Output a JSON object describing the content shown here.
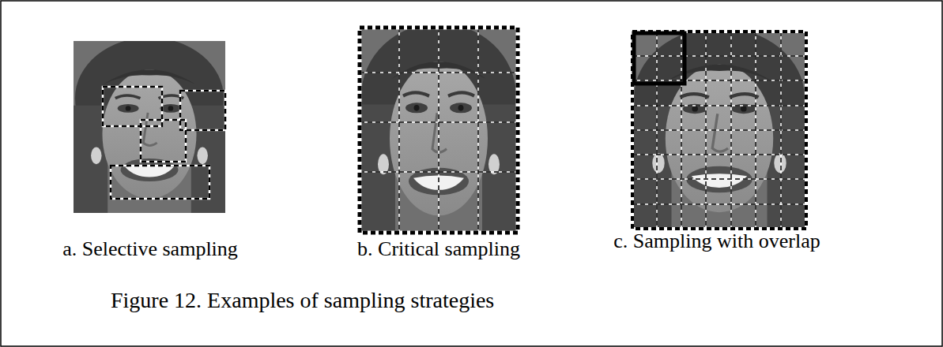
{
  "diagram": {
    "caption": "Figure 12. Examples of sampling strategies",
    "labels": [
      "a. Selective sampling",
      "b. Critical sampling",
      "c. Sampling with overlap"
    ]
  }
}
